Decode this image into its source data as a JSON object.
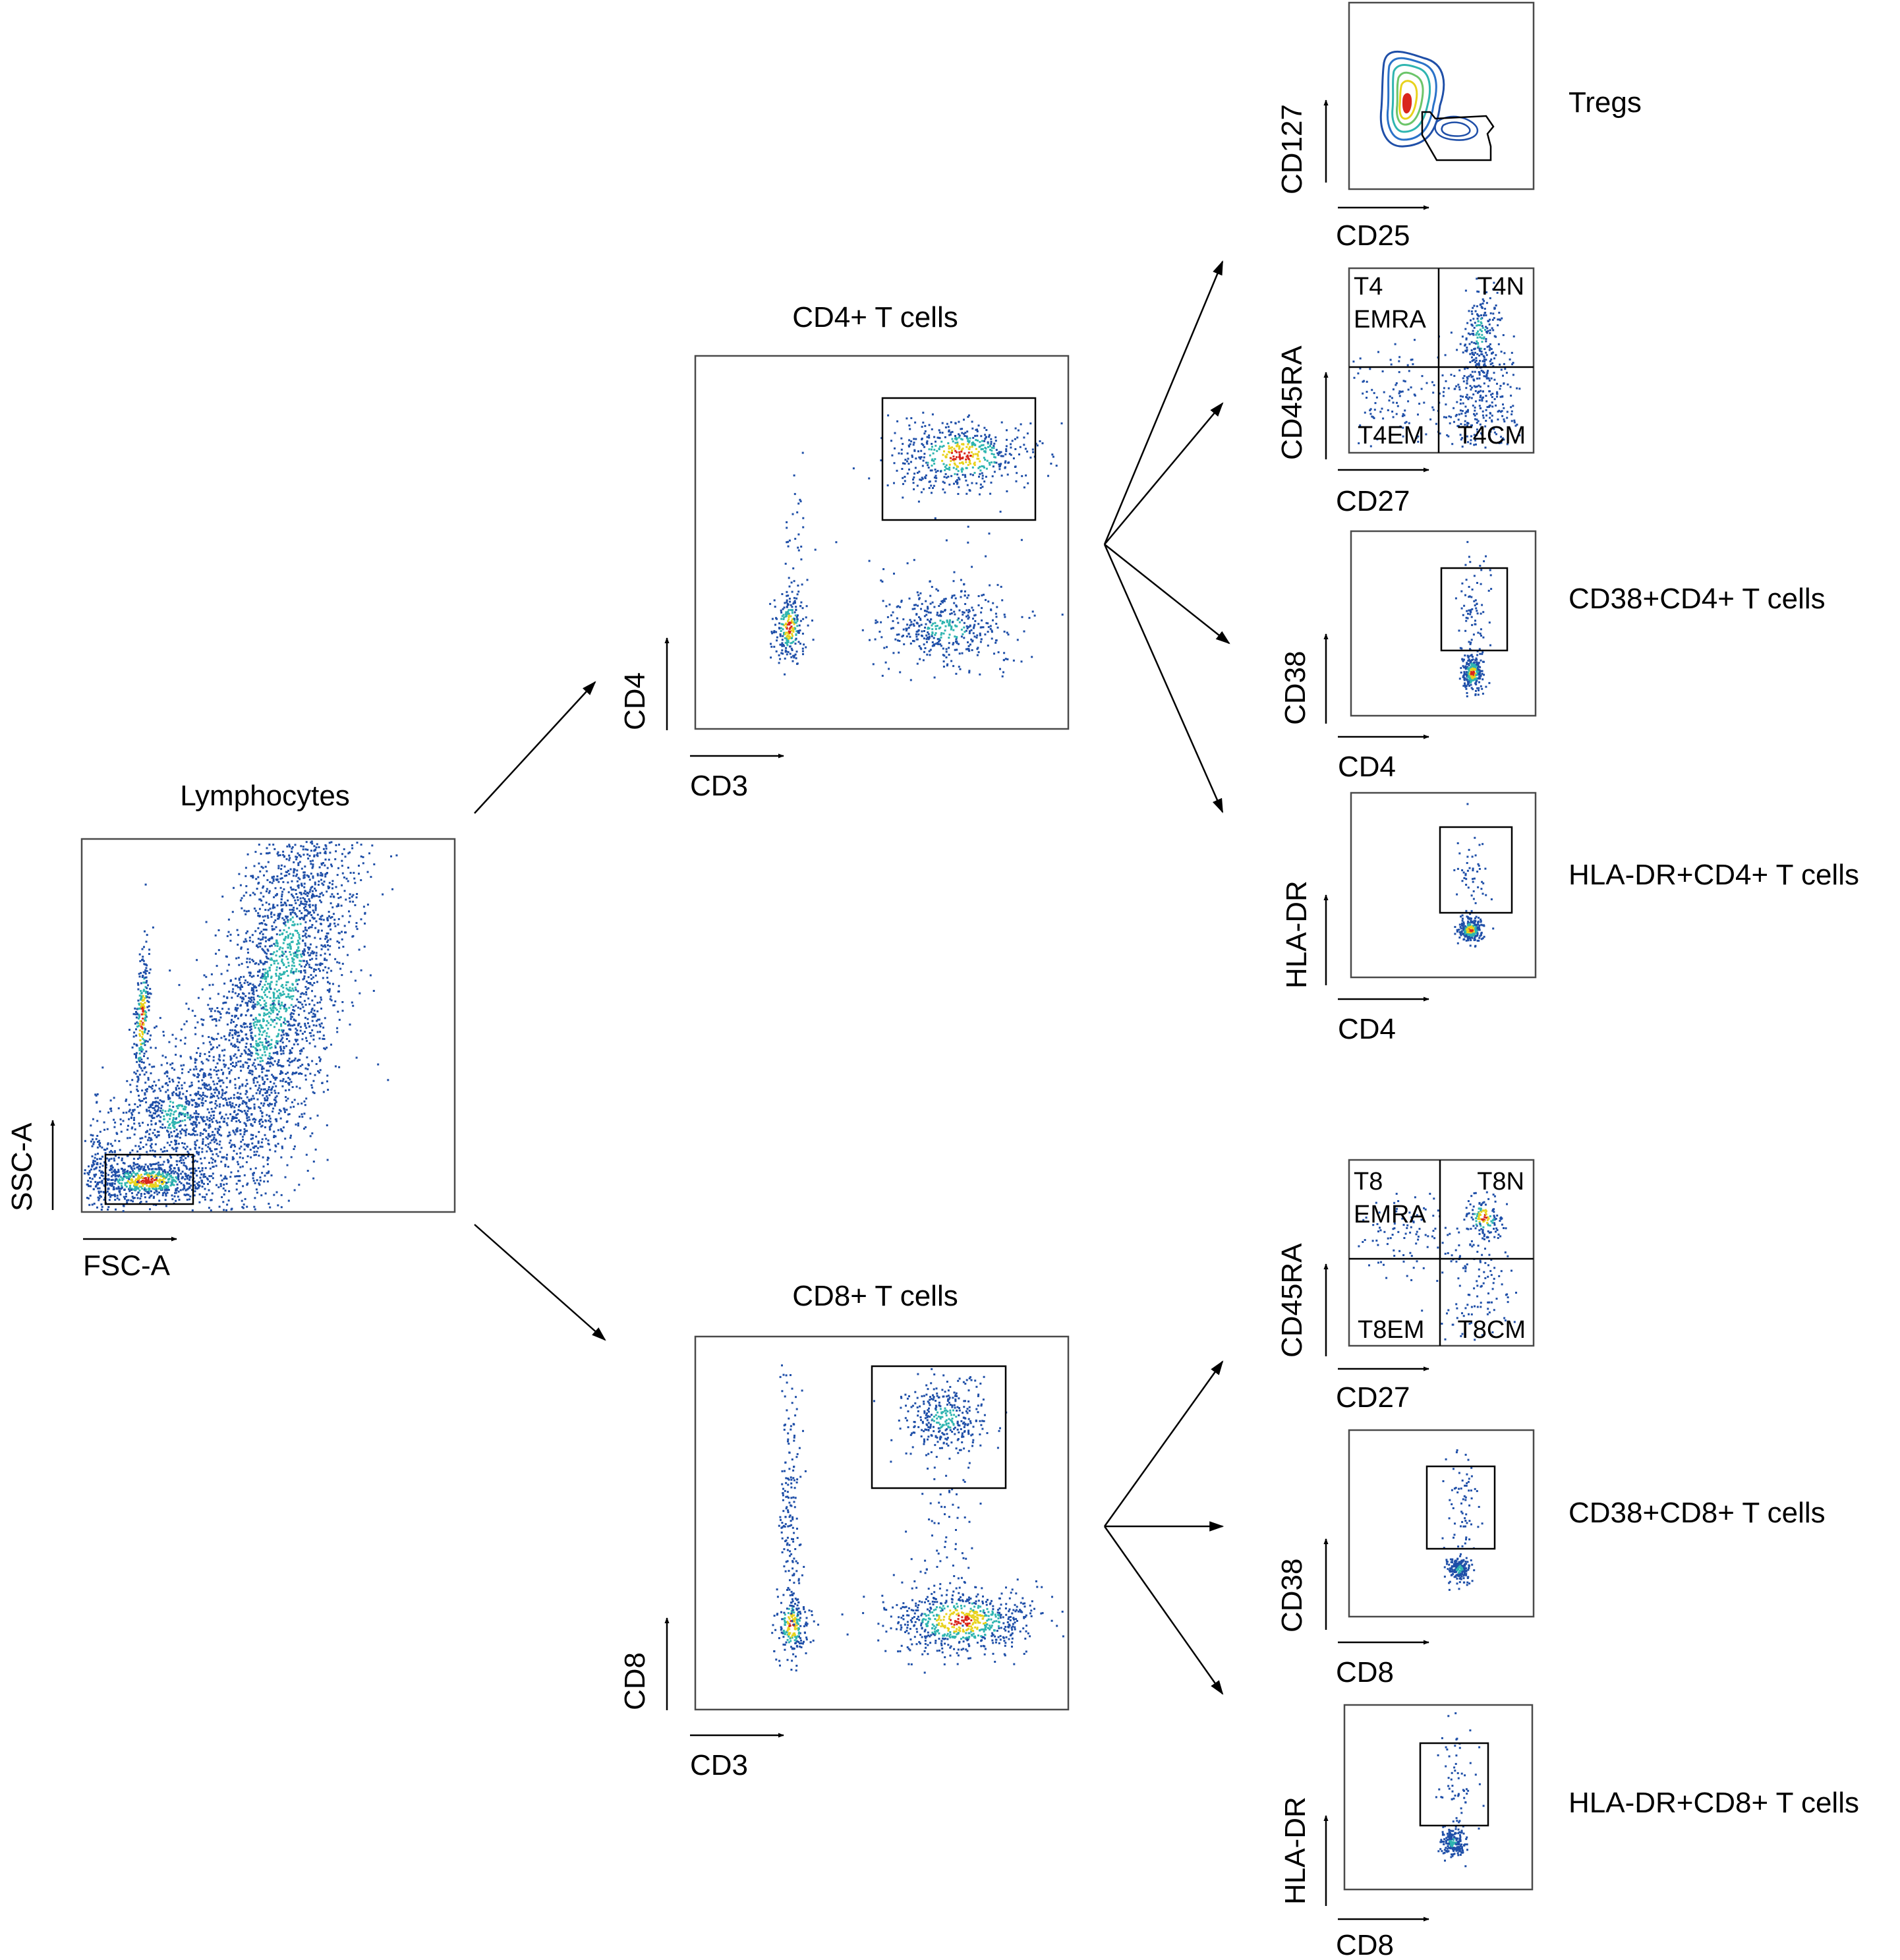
{
  "figure": {
    "lymphocytes": {
      "title": "Lymphocytes",
      "x_axis": "FSC-A",
      "y_axis": "SSC-A"
    },
    "cd4": {
      "title": "CD4+ T cells",
      "x_axis": "CD3",
      "y_axis": "CD4"
    },
    "cd8": {
      "title": "CD8+ T cells",
      "x_axis": "CD3",
      "y_axis": "CD8"
    },
    "tregs": {
      "label": "Tregs",
      "x_axis": "CD25",
      "y_axis": "CD127"
    },
    "cd4_subsets": {
      "x_axis": "CD27",
      "y_axis": "CD45RA",
      "q_top_left_1": "T4",
      "q_top_left_2": "EMRA",
      "q_top_right": "T4N",
      "q_bottom_left": "T4EM",
      "q_bottom_right": "T4CM"
    },
    "cd38_cd4": {
      "label": "CD38+CD4+ T cells",
      "x_axis": "CD4",
      "y_axis": "CD38"
    },
    "hladr_cd4": {
      "label": "HLA-DR+CD4+ T cells",
      "x_axis": "CD4",
      "y_axis": "HLA-DR"
    },
    "cd8_subsets": {
      "x_axis": "CD27",
      "y_axis": "CD45RA",
      "q_top_left_1": "T8",
      "q_top_left_2": "EMRA",
      "q_top_right": "T8N",
      "q_bottom_left": "T8EM",
      "q_bottom_right": "T8CM"
    },
    "cd38_cd8": {
      "label": "CD38+CD8+ T cells",
      "x_axis": "CD8",
      "y_axis": "CD38"
    },
    "hladr_cd8": {
      "label": "HLA-DR+CD8+ T cells",
      "x_axis": "CD8",
      "y_axis": "HLA-DR"
    }
  },
  "colors": {
    "low": "#1f4fa8",
    "mid": "#2fb5b0",
    "high": "#e8d21c",
    "peak": "#d9261c"
  }
}
